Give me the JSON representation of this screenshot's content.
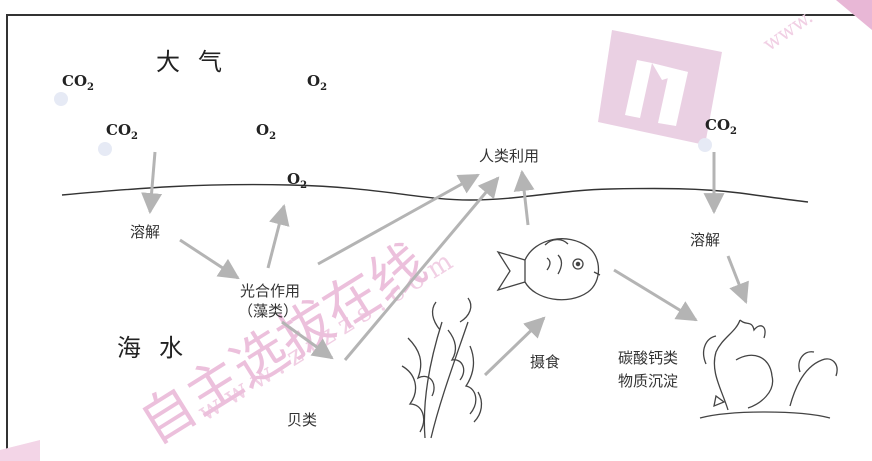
{
  "labels": {
    "atmosphere": "大气",
    "seawater": "海水",
    "dissolve_left": "溶解",
    "dissolve_right": "溶解",
    "photosynthesis": "光合作用",
    "algae": "（藻类）",
    "shellfish": "贝类",
    "human_use": "人类利用",
    "feeding": "摄食",
    "sediment_line1": "碳酸钙类",
    "sediment_line2": "物质沉淀"
  },
  "gases": {
    "co2_a": {
      "base": "CO",
      "sub": "2"
    },
    "co2_b": {
      "base": "CO",
      "sub": "2"
    },
    "co2_c": {
      "base": "CO",
      "sub": "2"
    },
    "o2_a": {
      "base": "O",
      "sub": "2"
    },
    "o2_b": {
      "base": "O",
      "sub": "2"
    },
    "o2_c": {
      "base": "O",
      "sub": "2"
    }
  },
  "watermark": {
    "text_top": "www.",
    "text_mid": "www.zizzs.com",
    "text_cn": "自主选拔在线",
    "color": "#e8b7d6"
  },
  "colors": {
    "arrow": "#b4b4b4",
    "line": "#333333"
  }
}
